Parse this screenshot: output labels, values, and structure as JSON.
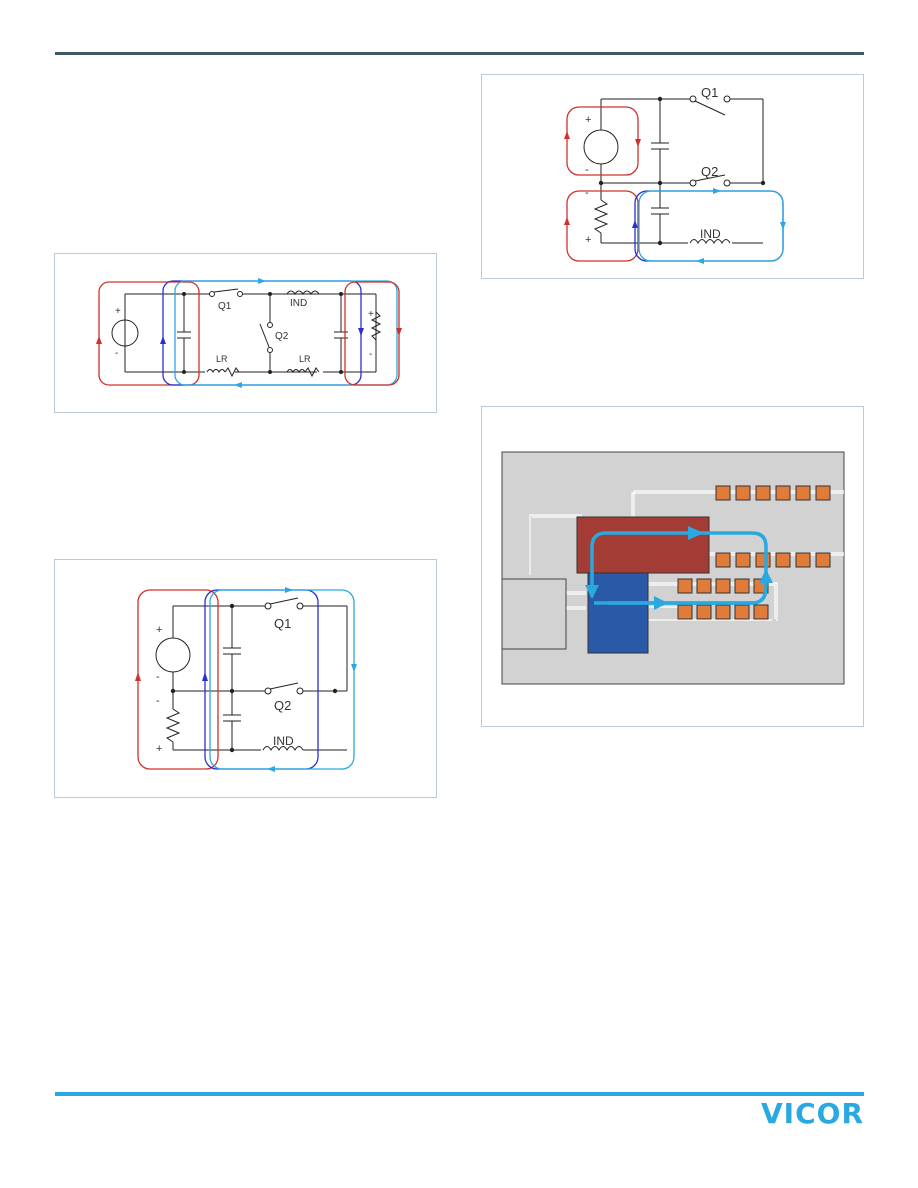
{
  "figure1": {
    "plus_src": "+",
    "minus_src": "-",
    "q1": "Q1",
    "q2": "Q2",
    "ind": "IND",
    "lr_left": "LR",
    "lr_right": "LR",
    "plus_load": "+",
    "minus_load": "-"
  },
  "figure2": {
    "plus_src": "+",
    "minus_src": "-",
    "minus_load": "-",
    "plus_load": "+",
    "q1": "Q1",
    "q2": "Q2",
    "ind": "IND"
  },
  "figure3": {
    "plus_src": "+",
    "minus_src": "-",
    "minus_load": "-",
    "plus_load": "+",
    "q1": "Q1",
    "q2": "Q2",
    "ind": "IND"
  },
  "colors": {
    "rule_top": "#3e5866",
    "accent": "#29a9df",
    "loop_red": "#d0312d",
    "loop_blue": "#2b2fd0",
    "loop_cyan": "#29a9df",
    "inductor_block": "#a33c34",
    "ic_block": "#2a5aa7",
    "capacitor": "#e07b3a"
  },
  "footer": {
    "logo": "VICOR"
  }
}
